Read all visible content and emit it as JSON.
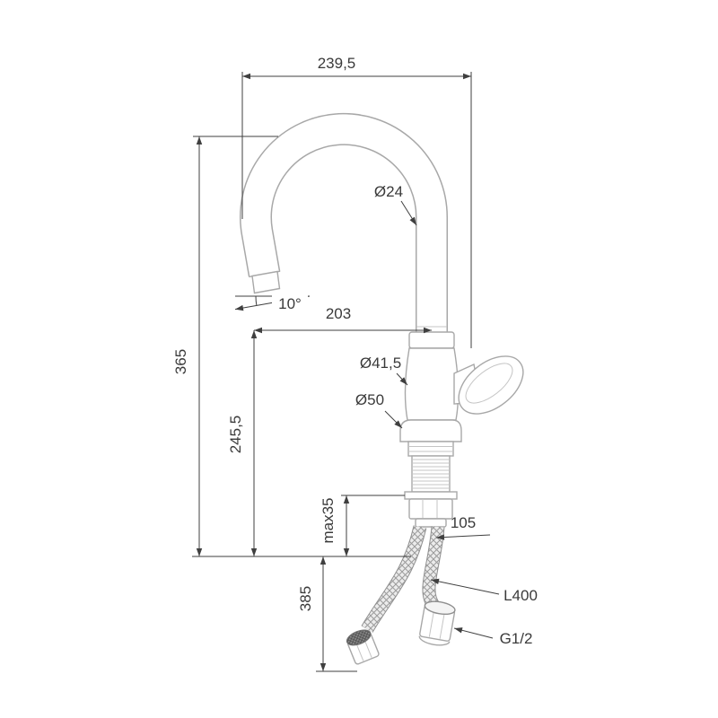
{
  "drawing": {
    "kind": "faucet installation dimension drawing",
    "background": "#ffffff",
    "part_line_color": "#a8a8a8",
    "dimension_line_color": "#3f3f3f",
    "text_color": "#3a3a3a"
  },
  "dimensions": {
    "overall_depth": "239,5",
    "spout_tube_diameter": "Ø24",
    "spout_outlet_angle": "10°",
    "spout_reach": "203",
    "overall_height": "365",
    "outlet_height": "245,5",
    "body_diameter": "Ø41,5",
    "base_diameter": "Ø50",
    "max_deck_thickness": "max35",
    "shank_clearance": "105",
    "below_deck_depth": "385",
    "hose_length": "L400",
    "connection_thread": "G1/2"
  }
}
